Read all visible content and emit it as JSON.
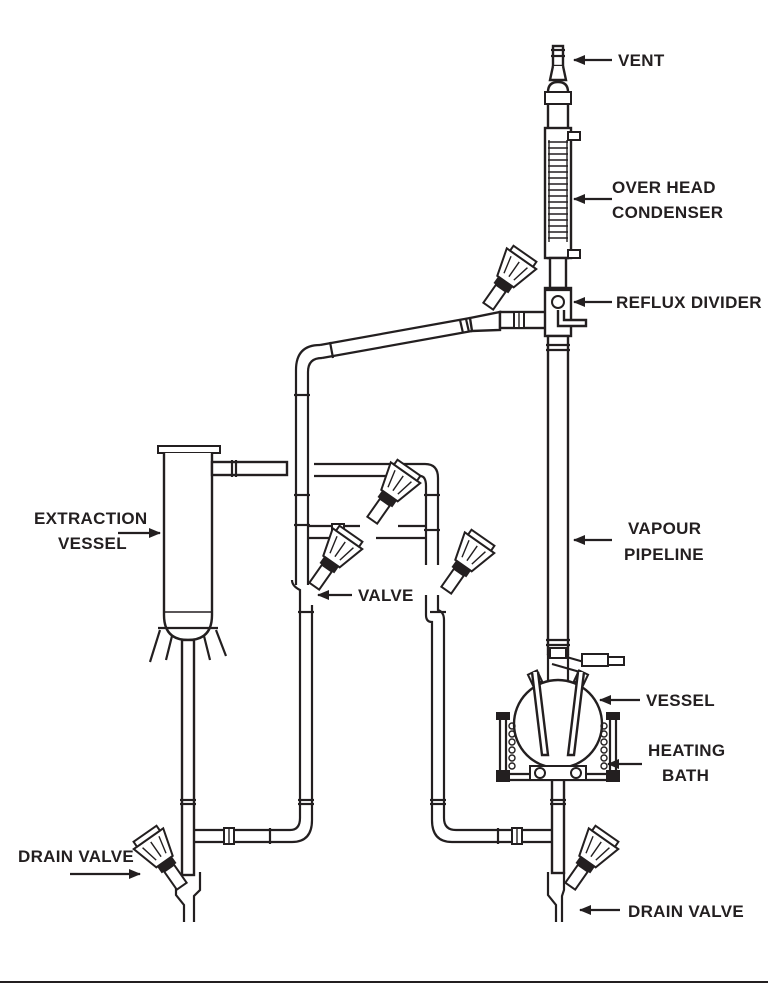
{
  "labels": {
    "vent": "VENT",
    "overhead_condenser": [
      "OVER HEAD",
      "CONDENSER"
    ],
    "reflux_divider": "REFLUX DIVIDER",
    "extraction_vessel": [
      "EXTRACTION",
      "VESSEL"
    ],
    "vapour_pipeline": [
      "VAPOUR",
      "PIPELINE"
    ],
    "valve": "VALVE",
    "vessel": "VESSEL",
    "heating_bath": [
      "HEATING",
      "BATH"
    ],
    "drain_valve_left": "DRAIN VALVE",
    "drain_valve_right": "DRAIN VALVE"
  },
  "colors": {
    "ink": "#231f20",
    "background": "#ffffff"
  }
}
